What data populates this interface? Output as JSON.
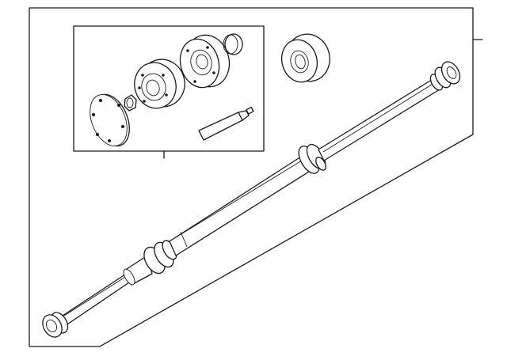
{
  "diagram": {
    "parts": [
      {
        "id": "drive-shaft-assembly",
        "callout": true
      },
      {
        "id": "flex-joint-kit",
        "callout": true
      },
      {
        "id": "center-support-bearing-cushion",
        "callout": false
      }
    ]
  }
}
